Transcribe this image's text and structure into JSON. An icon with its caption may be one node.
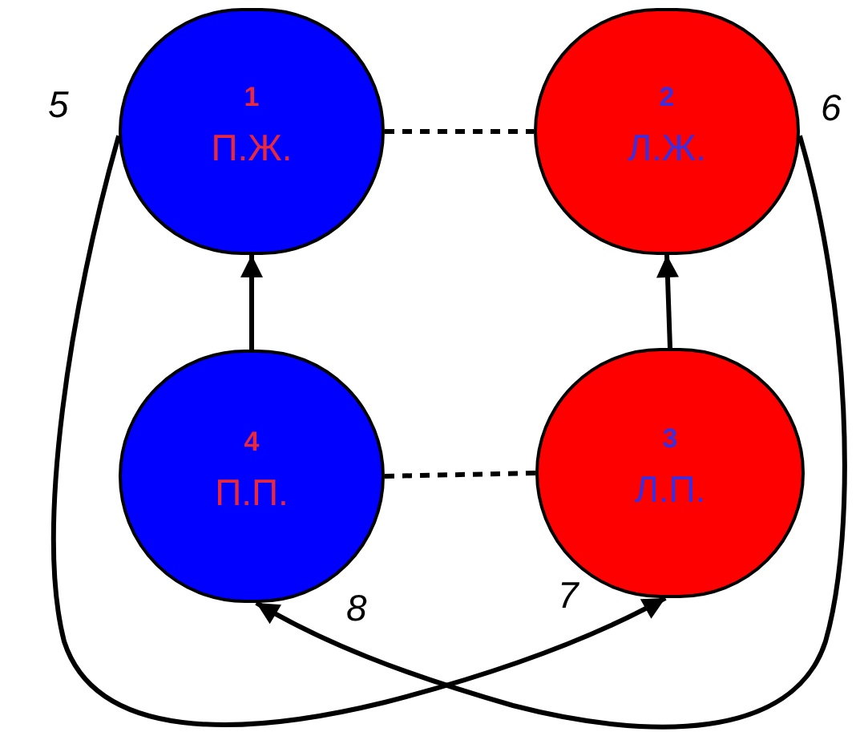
{
  "diagram": {
    "nodes": [
      {
        "text": [
          "1",
          "П.Ж."
        ]
      },
      {
        "text": [
          "2",
          "Л.Ж."
        ]
      },
      {
        "text": [
          "4",
          "П.П."
        ]
      },
      {
        "text": [
          "3",
          "Л.П."
        ]
      }
    ],
    "edges": [
      {
        "from": 0,
        "to": 1,
        "arrow": "none",
        "style": "dashed"
      },
      {
        "from": 2,
        "to": 0,
        "arrow": "to"
      },
      {
        "from": 3,
        "to": 1,
        "arrow": "to"
      },
      {
        "from": 2,
        "to": 3,
        "arrow": "none",
        "style": "dashed"
      },
      {
        "from": 0,
        "to": 3,
        "arrow": "to"
      },
      {
        "from": 1,
        "to": 2,
        "arrow": "to"
      }
    ],
    "labels": [
      "5",
      "6",
      "8",
      "7"
    ]
  }
}
